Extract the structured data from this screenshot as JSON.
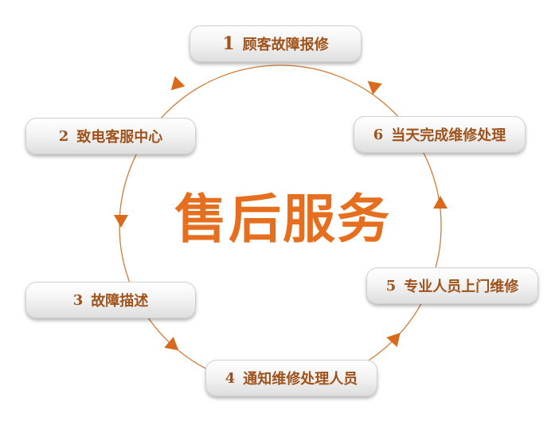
{
  "title": "售后服务",
  "colors": {
    "accent": "#e56f1f",
    "step_text": "#a0521b",
    "arrow": "#d96a1c"
  },
  "steps": [
    {
      "number": "1",
      "label": "顾客故障报修"
    },
    {
      "number": "2",
      "label": "致电客服中心"
    },
    {
      "number": "3",
      "label": "故障描述"
    },
    {
      "number": "4",
      "label": "通知维修处理人员"
    },
    {
      "number": "5",
      "label": "专业人员上门维修"
    },
    {
      "number": "6",
      "label": "当天完成维修处理"
    }
  ]
}
